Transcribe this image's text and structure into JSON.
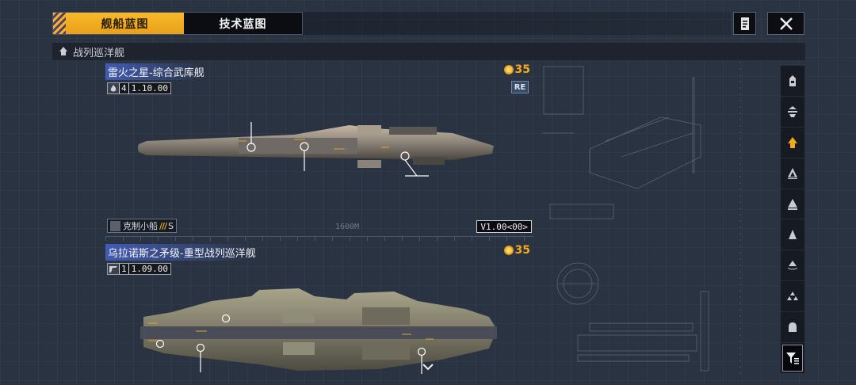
{
  "tabs": [
    {
      "label": "舰船蓝图",
      "active": true
    },
    {
      "label": "技术蓝图",
      "active": false
    }
  ],
  "toolbar": {
    "notes_icon": "notes-icon",
    "close_icon": "close-icon"
  },
  "category": {
    "icon": "battlecruiser-icon",
    "label": "战列巡洋舰"
  },
  "ships": [
    {
      "name": "雷火之星-综合武库舰",
      "version_count": "4",
      "version_number": "1.10.00",
      "cost": "35",
      "badge": "RE",
      "class_tag": "克制小船",
      "class_tag_marks": "///",
      "class_tag_grade": "S",
      "scale_label": "1600M",
      "version_box": "V1.00<00>"
    },
    {
      "name": "乌拉诺斯之矛级-重型战列巡洋舰",
      "version_count": "1",
      "version_number": "1.09.00",
      "cost": "35"
    }
  ],
  "filters": [
    {
      "name": "filter-carrier",
      "icon": "carrier-icon",
      "active": false
    },
    {
      "name": "filter-battleship",
      "icon": "battleship-icon",
      "active": false
    },
    {
      "name": "filter-battlecruiser",
      "icon": "battlecruiser-icon",
      "active": true
    },
    {
      "name": "filter-cruiser",
      "icon": "cruiser-icon",
      "active": false
    },
    {
      "name": "filter-destroyer",
      "icon": "destroyer-icon",
      "active": false
    },
    {
      "name": "filter-frigate",
      "icon": "frigate-icon",
      "active": false
    },
    {
      "name": "filter-corvette",
      "icon": "corvette-icon",
      "active": false
    },
    {
      "name": "filter-fighter",
      "icon": "fighter-icon",
      "active": false
    },
    {
      "name": "filter-auxiliary",
      "icon": "auxiliary-icon",
      "active": false
    }
  ],
  "filter_toggle_icon": "filter-icon",
  "colors": {
    "accent": "#f4a91d",
    "tab_active": "#f8b82b",
    "name_highlight": "#4662c8",
    "background": "#2a3342"
  }
}
